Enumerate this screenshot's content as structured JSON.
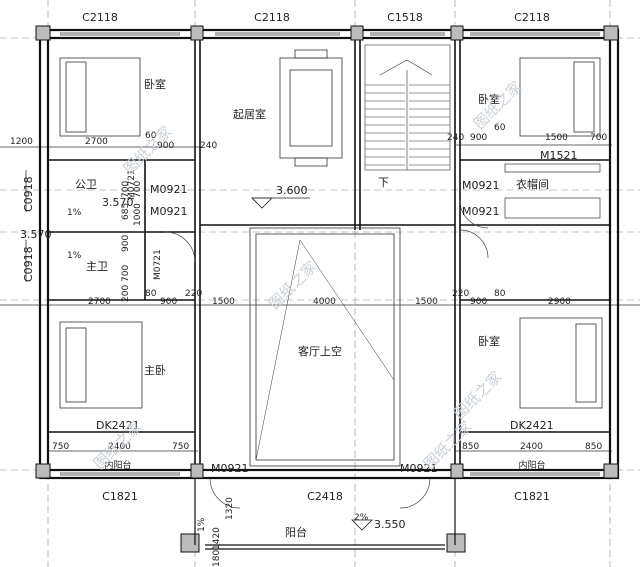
{
  "windows": {
    "top": [
      "C2118",
      "C2118",
      "C1518",
      "C2118"
    ],
    "bottom": [
      "C1821",
      "C2418",
      "C1821"
    ],
    "left": [
      "C0918",
      "C0918"
    ]
  },
  "rooms": {
    "bedroom_tl": "卧室",
    "living": "起居室",
    "bedroom_tr": "卧室",
    "public_bath": "公卫",
    "master_bath": "主卫",
    "cloakroom": "衣帽间",
    "master_bedroom": "主卧",
    "void": "客厅上空",
    "bedroom_br": "卧室",
    "balcony_l": "内阳台",
    "balcony_r": "内阳台",
    "terrace": "阳台"
  },
  "doors": {
    "m0921_1": "M0921",
    "m0921_2": "M0921",
    "m0721_1": "M0721",
    "m0721_2": "M0721",
    "m0921_r1": "M0921",
    "m0921_r2": "M0921",
    "m1521": "M1521",
    "dk_l": "DK2421",
    "dk_r": "DK2421",
    "m0921_bl": "M0921",
    "m0921_br": "M0921"
  },
  "elevations": {
    "main": "3.600",
    "bath1": "3.570",
    "bath2": "3.570",
    "terrace": "3.550"
  },
  "slopes": {
    "bath1": "1%",
    "bath2": "1%",
    "terrace": "2%",
    "terrace_side": "1%"
  },
  "stair_label": "下",
  "dims": {
    "r1": [
      "1200",
      "2700",
      "60",
      "900",
      "240"
    ],
    "r1_right": [
      "240",
      "900",
      "60",
      "1500",
      "700"
    ],
    "r2": [
      "2700",
      "80",
      "900",
      "220",
      "1500",
      "4000",
      "1500",
      "220",
      "900",
      "80",
      "2900"
    ],
    "r3_left": [
      "750",
      "2400",
      "750"
    ],
    "r3_right": [
      "850",
      "2400",
      "850"
    ],
    "vert": [
      "700",
      "685",
      "700",
      "1000",
      "900",
      "700",
      "200"
    ],
    "terrace_v": [
      "1320",
      "1420",
      "180"
    ]
  },
  "watermark": "图纸之家"
}
